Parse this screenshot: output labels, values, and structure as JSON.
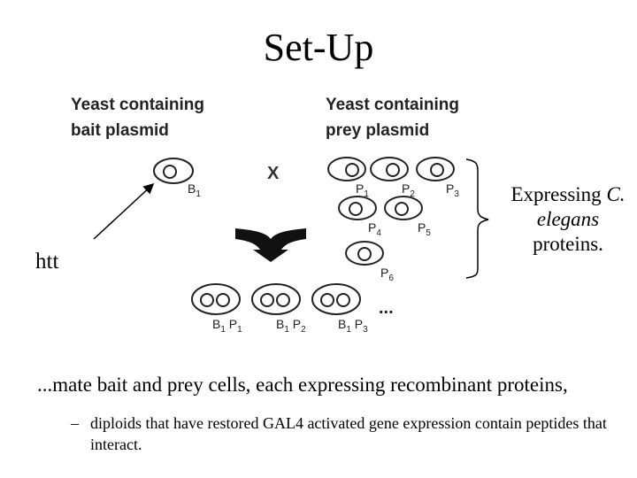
{
  "title": "Set-Up",
  "figure": {
    "bait_header": [
      "Yeast containing",
      "bait plasmid"
    ],
    "prey_header": [
      "Yeast containing",
      "prey plasmid"
    ],
    "cross_symbol": "X",
    "bait_label": "B1",
    "prey_labels": [
      "P1",
      "P2",
      "P3",
      "P4",
      "P5",
      "P6"
    ],
    "diploid_labels": [
      "B1 P1",
      "B1 P2",
      "B1 P3"
    ],
    "ellipsis": "..."
  },
  "annotations": {
    "htt": "htt",
    "expressing_line1": "Expressing ",
    "expressing_italic": "C. elegans",
    "expressing_line3": "proteins."
  },
  "bullets": {
    "main_prefix": "...",
    "main": "mate bait and prey cells, each expressing recombinant proteins,",
    "sub_dash": "–",
    "sub": "diploids that have restored GAL4 activated gene expression contain peptides that interact."
  }
}
